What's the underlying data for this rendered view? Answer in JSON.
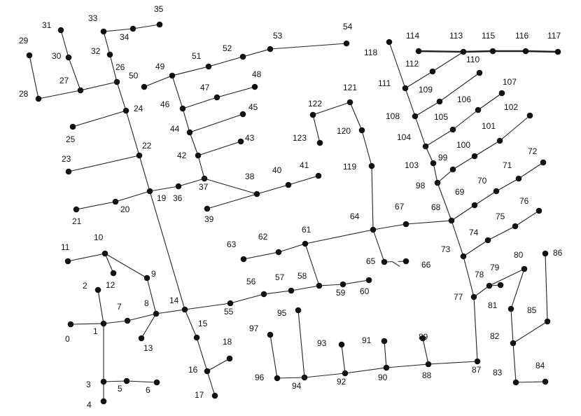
{
  "diagram": {
    "nodes": [
      "0",
      "1",
      "2",
      "3",
      "4",
      "5",
      "6",
      "7",
      "8",
      "9",
      "10",
      "11",
      "12",
      "13",
      "14",
      "15",
      "16",
      "17",
      "18",
      "19",
      "20",
      "21",
      "22",
      "23",
      "24",
      "25",
      "26",
      "27",
      "28",
      "29",
      "30",
      "31",
      "32",
      "33",
      "34",
      "35",
      "36",
      "37",
      "38",
      "39",
      "40",
      "41",
      "42",
      "43",
      "44",
      "45",
      "46",
      "47",
      "48",
      "49",
      "50",
      "51",
      "52",
      "53",
      "54",
      "55",
      "56",
      "57",
      "58",
      "59",
      "60",
      "61",
      "62",
      "63",
      "64",
      "65",
      "66",
      "67",
      "68",
      "69",
      "70",
      "71",
      "72",
      "73",
      "74",
      "75",
      "76",
      "77",
      "78",
      "79",
      "80",
      "81",
      "82",
      "83",
      "84",
      "85",
      "86",
      "87",
      "88",
      "89",
      "90",
      "91",
      "92",
      "93",
      "94",
      "95",
      "96",
      "97",
      "98",
      "99",
      "100",
      "101",
      "102",
      "103",
      "104",
      "105",
      "106",
      "107",
      "108",
      "109",
      "110",
      "111",
      "112",
      "113",
      "114",
      "115",
      "116",
      "117",
      "118",
      "119",
      "120",
      "121",
      "122",
      "123"
    ],
    "edges": [
      [
        "0",
        "1"
      ],
      [
        "1",
        "2"
      ],
      [
        "1",
        "3"
      ],
      [
        "3",
        "4"
      ],
      [
        "3",
        "5"
      ],
      [
        "5",
        "6"
      ],
      [
        "1",
        "7"
      ],
      [
        "7",
        "8"
      ],
      [
        "8",
        "9"
      ],
      [
        "9",
        "10"
      ],
      [
        "10",
        "11"
      ],
      [
        "10",
        "12"
      ],
      [
        "8",
        "13"
      ],
      [
        "8",
        "14"
      ],
      [
        "14",
        "15"
      ],
      [
        "15",
        "16"
      ],
      [
        "16",
        "17"
      ],
      [
        "16",
        "18"
      ],
      [
        "14",
        "19"
      ],
      [
        "19",
        "20"
      ],
      [
        "20",
        "21"
      ],
      [
        "19",
        "22"
      ],
      [
        "22",
        "23"
      ],
      [
        "22",
        "24"
      ],
      [
        "24",
        "25"
      ],
      [
        "24",
        "26"
      ],
      [
        "26",
        "27"
      ],
      [
        "27",
        "28"
      ],
      [
        "28",
        "29"
      ],
      [
        "27",
        "30"
      ],
      [
        "30",
        "31"
      ],
      [
        "26",
        "32"
      ],
      [
        "32",
        "33"
      ],
      [
        "33",
        "34"
      ],
      [
        "34",
        "35"
      ],
      [
        "19",
        "36"
      ],
      [
        "36",
        "37"
      ],
      [
        "37",
        "38"
      ],
      [
        "38",
        "39"
      ],
      [
        "38",
        "40"
      ],
      [
        "40",
        "41"
      ],
      [
        "37",
        "42"
      ],
      [
        "42",
        "43"
      ],
      [
        "42",
        "44"
      ],
      [
        "44",
        "45"
      ],
      [
        "44",
        "46"
      ],
      [
        "46",
        "47"
      ],
      [
        "47",
        "48"
      ],
      [
        "46",
        "49"
      ],
      [
        "49",
        "50"
      ],
      [
        "49",
        "51"
      ],
      [
        "51",
        "52"
      ],
      [
        "52",
        "53"
      ],
      [
        "53",
        "54"
      ],
      [
        "14",
        "55"
      ],
      [
        "55",
        "56"
      ],
      [
        "56",
        "57"
      ],
      [
        "57",
        "58"
      ],
      [
        "58",
        "59"
      ],
      [
        "59",
        "60"
      ],
      [
        "58",
        "61"
      ],
      [
        "61",
        "62"
      ],
      [
        "62",
        "63"
      ],
      [
        "61",
        "64"
      ],
      [
        "64",
        "65"
      ],
      [
        "65",
        "66"
      ],
      [
        "64",
        "67"
      ],
      [
        "67",
        "68"
      ],
      [
        "68",
        "69"
      ],
      [
        "69",
        "70"
      ],
      [
        "70",
        "71"
      ],
      [
        "71",
        "72"
      ],
      [
        "68",
        "73"
      ],
      [
        "73",
        "74"
      ],
      [
        "74",
        "75"
      ],
      [
        "75",
        "76"
      ],
      [
        "73",
        "77"
      ],
      [
        "77",
        "78"
      ],
      [
        "78",
        "79"
      ],
      [
        "78",
        "80"
      ],
      [
        "80",
        "81"
      ],
      [
        "81",
        "82"
      ],
      [
        "82",
        "83"
      ],
      [
        "83",
        "84"
      ],
      [
        "82",
        "85"
      ],
      [
        "85",
        "86"
      ],
      [
        "77",
        "87"
      ],
      [
        "87",
        "88"
      ],
      [
        "88",
        "89"
      ],
      [
        "88",
        "90"
      ],
      [
        "90",
        "91"
      ],
      [
        "90",
        "92"
      ],
      [
        "92",
        "93"
      ],
      [
        "92",
        "94"
      ],
      [
        "94",
        "95"
      ],
      [
        "94",
        "96"
      ],
      [
        "96",
        "97"
      ],
      [
        "68",
        "98"
      ],
      [
        "98",
        "99"
      ],
      [
        "99",
        "100"
      ],
      [
        "100",
        "101"
      ],
      [
        "101",
        "102"
      ],
      [
        "98",
        "103"
      ],
      [
        "103",
        "104"
      ],
      [
        "104",
        "105"
      ],
      [
        "105",
        "106"
      ],
      [
        "106",
        "107"
      ],
      [
        "104",
        "108"
      ],
      [
        "108",
        "109"
      ],
      [
        "109",
        "110"
      ],
      [
        "108",
        "111"
      ],
      [
        "111",
        "112"
      ],
      [
        "112",
        "113"
      ],
      [
        "113",
        "114"
      ],
      [
        "113",
        "115"
      ],
      [
        "115",
        "116"
      ],
      [
        "116",
        "117"
      ],
      [
        "111",
        "118"
      ],
      [
        "64",
        "119"
      ],
      [
        "119",
        "120"
      ],
      [
        "120",
        "121"
      ],
      [
        "121",
        "122"
      ],
      [
        "122",
        "123"
      ]
    ],
    "heavy_edges": [
      [
        "113",
        "114"
      ],
      [
        "113",
        "115"
      ],
      [
        "115",
        "116"
      ],
      [
        "116",
        "117"
      ]
    ],
    "switch_marks": [
      [
        "54",
        "118"
      ],
      [
        "65",
        "66"
      ],
      [
        "58",
        "95"
      ]
    ]
  }
}
